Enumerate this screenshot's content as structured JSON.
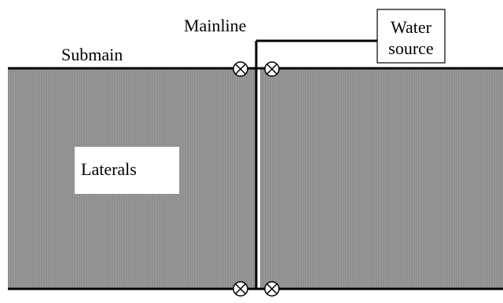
{
  "diagram": {
    "labels": {
      "mainline": "Mainline",
      "submain": "Submain",
      "laterals": "Laterals",
      "water_source_line1": "Water",
      "water_source_line2": "source"
    },
    "colors": {
      "field_fill": "#8f8f8f",
      "lateral_stripe": "#9a9a9a",
      "pipe": "#000000",
      "background": "#ffffff",
      "label_box": "#ffffff"
    },
    "valve_symbol": "circle-x-icon"
  }
}
